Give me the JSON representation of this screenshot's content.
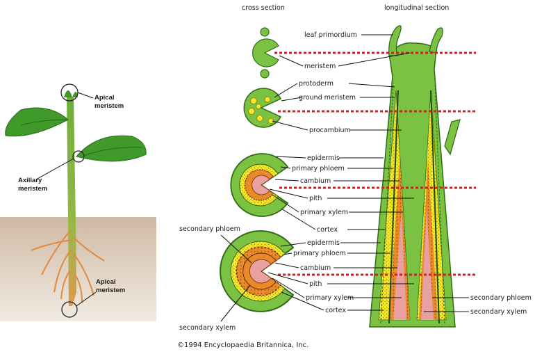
{
  "headers": {
    "cross_section": "cross section",
    "longitudinal_section": "longitudinal section"
  },
  "plant_labels": {
    "apical_top_1": "Apical",
    "apical_top_2": "meristem",
    "axillary_1": "Axillary",
    "axillary_2": "meristem",
    "apical_bottom_1": "Apical",
    "apical_bottom_2": "meristem"
  },
  "labels": {
    "leaf_primordium": "leaf primordium",
    "meristem": "meristem",
    "protoderm": "protoderm",
    "ground_meristem": "ground meristem",
    "procambium": "procambium",
    "epidermis_1": "epidermis",
    "primary_phloem_1": "primary phloem",
    "cambium_1": "cambium",
    "pith_1": "pith",
    "primary_xylem_1": "primary xylem",
    "cortex_1": "cortex",
    "secondary_phloem_left": "secondary phloem",
    "epidermis_2": "epidermis",
    "primary_phloem_2": "primary phloem",
    "cambium_2": "cambium",
    "pith_2": "pith",
    "primary_xylem_2": "primary xylem",
    "cortex_2": "cortex",
    "secondary_xylem_left": "secondary xylem",
    "secondary_phloem_right": "secondary phloem",
    "secondary_xylem_right": "secondary xylem"
  },
  "copyright": "©1994 Encyclopaedia Britannica, Inc.",
  "colors": {
    "tissue_green": "#7cc242",
    "dark_green": "#2f6b1a",
    "yellow": "#f3e52a",
    "orange": "#e8892a",
    "pink": "#e8a0a0",
    "cut_line": "#d02020"
  }
}
